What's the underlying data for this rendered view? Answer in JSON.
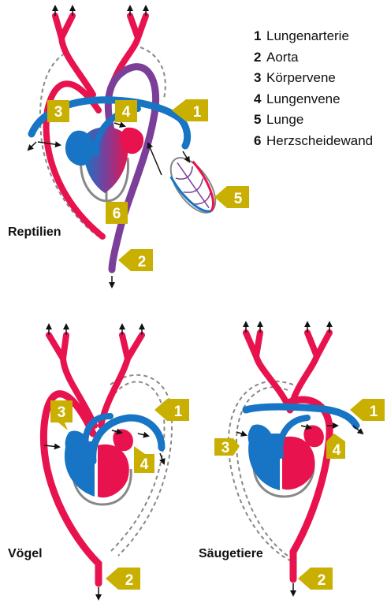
{
  "legend": [
    {
      "num": "1",
      "text": "Lungenarterie"
    },
    {
      "num": "2",
      "text": "Aorta"
    },
    {
      "num": "3",
      "text": "Körpervene"
    },
    {
      "num": "4",
      "text": "Lungenvene"
    },
    {
      "num": "5",
      "text": "Lunge"
    },
    {
      "num": "6",
      "text": "Herzscheidewand"
    }
  ],
  "captions": {
    "reptiles": "Reptilien",
    "birds": "Vögel",
    "mammals": "Säugetiere"
  },
  "tags": {
    "reptiles": [
      "3",
      "4",
      "1",
      "5",
      "6",
      "2"
    ],
    "birds": [
      "3",
      "1",
      "4",
      "2"
    ],
    "mammals": [
      "1",
      "3",
      "4",
      "2"
    ]
  },
  "colors": {
    "oxygenated": "#e8134e",
    "deoxygenated": "#1874c4",
    "aorta_reptile": "#7b3f9a",
    "tag": "#c9b000",
    "septum": "#888888",
    "lung_vessels": "#7b3f9a"
  }
}
